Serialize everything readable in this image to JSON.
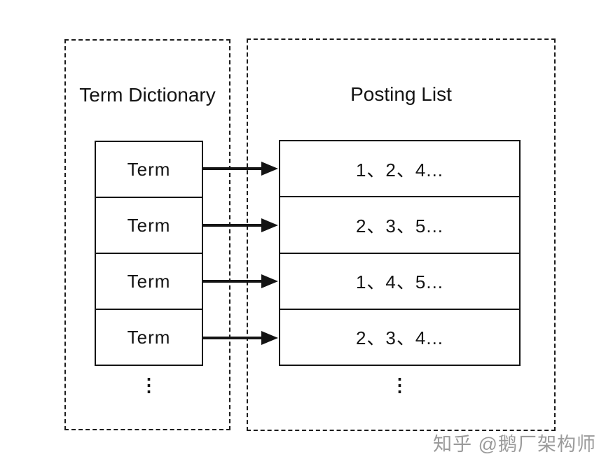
{
  "diagram": {
    "stroke_color": "#141414",
    "background_color": "#ffffff",
    "left_panel": {
      "title": "Term Dictionary",
      "cells": [
        "Term",
        "Term",
        "Term",
        "Term"
      ],
      "ellipsis": "⋮"
    },
    "right_panel": {
      "title": "Posting List",
      "cells": [
        "1、2、4...",
        "2、3、5...",
        "1、4、5...",
        "2、3、4..."
      ],
      "ellipsis": "⋮"
    },
    "arrow_count": 4
  },
  "watermark": {
    "text": "知乎 @鹅厂架构师",
    "color": "#9b9b9b"
  }
}
